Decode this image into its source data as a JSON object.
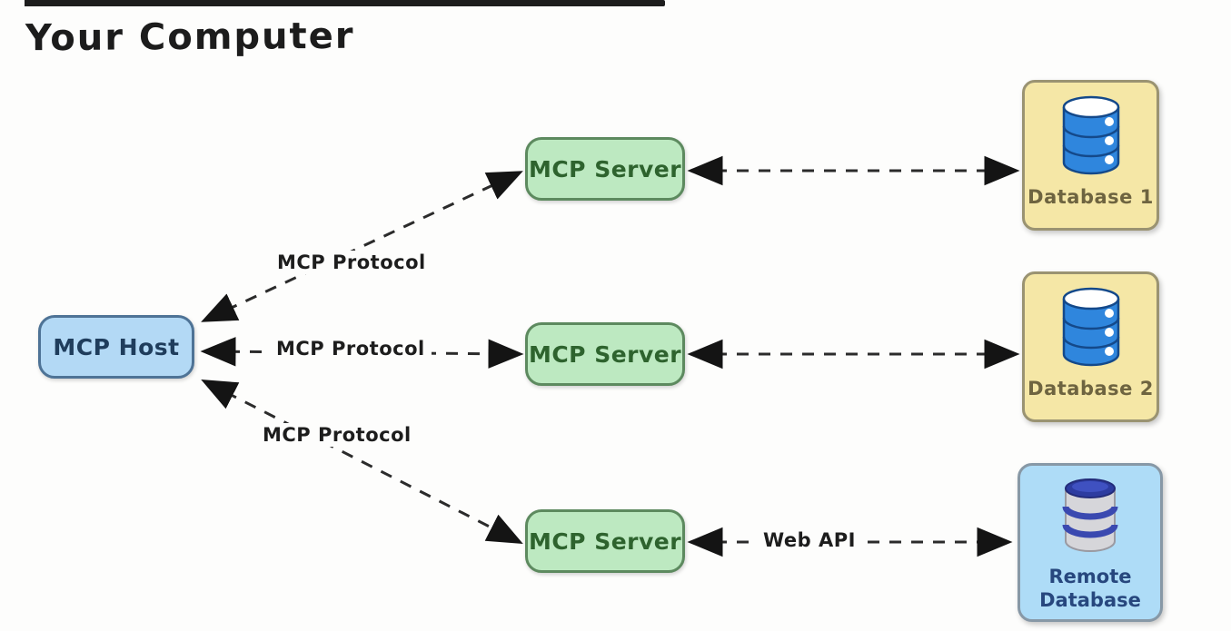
{
  "page": {
    "title": "Your Computer"
  },
  "theme": {
    "page_bg": "#fdfdfc",
    "top_bar": "#1d1d1d",
    "host_fill": "#b3d9f5",
    "host_border": "#4e7396",
    "host_text": "#1f3d5c",
    "server_fill": "#bde9c1",
    "server_border": "#5d8a5f",
    "server_text": "#2e632e",
    "db_fill": "#f5e7a6",
    "db_border": "#9a9372",
    "db_text": "#6e6440",
    "remote_fill": "#aedcf7",
    "remote_border": "#8798a6",
    "remote_text": "#27477e",
    "db_icon_blue": "#2f86dd",
    "db_icon_blue_stroke": "#14498a",
    "remote_icon_body": "#d6d6da",
    "remote_icon_blue": "#2d3ca0",
    "edge_color": "#2b2b2b"
  },
  "diagram": {
    "nodes": [
      {
        "id": "mcp-host",
        "label": "MCP Host"
      },
      {
        "id": "mcp-server-1",
        "label": "MCP Server"
      },
      {
        "id": "mcp-server-2",
        "label": "MCP Server"
      },
      {
        "id": "mcp-server-3",
        "label": "MCP Server"
      },
      {
        "id": "database-1",
        "label": "Database 1",
        "icon": "database-cylinder-blue-icon"
      },
      {
        "id": "database-2",
        "label": "Database 2",
        "icon": "database-cylinder-blue-icon"
      },
      {
        "id": "remote-database",
        "label": "Remote Database",
        "icon": "database-cylinder-silver-icon"
      }
    ],
    "edges": [
      {
        "id": "host-to-server-1",
        "from": "mcp-host",
        "to": "mcp-server-1",
        "label": "MCP Protocol",
        "style": "dashed",
        "bidirectional": true
      },
      {
        "id": "host-to-server-2",
        "from": "mcp-host",
        "to": "mcp-server-2",
        "label": "MCP Protocol",
        "style": "dashed",
        "bidirectional": true
      },
      {
        "id": "host-to-server-3",
        "from": "mcp-host",
        "to": "mcp-server-3",
        "label": "MCP Protocol",
        "style": "dashed",
        "bidirectional": true
      },
      {
        "id": "server-1-to-database-1",
        "from": "mcp-server-1",
        "to": "database-1",
        "label": "",
        "style": "dashed",
        "bidirectional": true
      },
      {
        "id": "server-2-to-database-2",
        "from": "mcp-server-2",
        "to": "database-2",
        "label": "",
        "style": "dashed",
        "bidirectional": true
      },
      {
        "id": "server-3-to-remote-database",
        "from": "mcp-server-3",
        "to": "remote-database",
        "label": "Web API",
        "style": "dashed",
        "bidirectional": true
      }
    ]
  }
}
